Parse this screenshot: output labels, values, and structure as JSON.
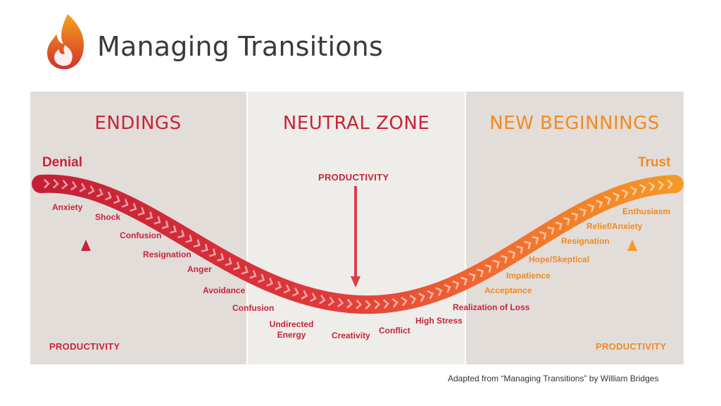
{
  "header": {
    "title": "Managing Transitions"
  },
  "phases": {
    "endings": "ENDINGS",
    "neutral": "NEUTRAL ZONE",
    "new_beginnings": "NEW BEGINNINGS"
  },
  "curve": {
    "start_label": "Denial",
    "end_label": "Trust"
  },
  "stages": [
    "Anxiety",
    "Shock",
    "Confusion",
    "Resignation",
    "Anger",
    "Avoidance",
    "Confusion",
    "Undirected Energy",
    "Creativity",
    "Conflict",
    "High Stress",
    "Realization of Loss",
    "Acceptance",
    "Impatience",
    "Hope/Skeptical",
    "Resignation",
    "Relief/Anxiety",
    "Enthusiasm"
  ],
  "productivity": {
    "left": "PRODUCTIVITY",
    "middle": "PRODUCTIVITY",
    "right": "PRODUCTIVITY"
  },
  "footer": {
    "credit": "Adapted from “Managing Transitions” by William Bridges"
  },
  "colors": {
    "red": "#c8243a",
    "orange": "#f08a24",
    "panel_dark": "#e2ddd9",
    "panel_light": "#efedea"
  }
}
